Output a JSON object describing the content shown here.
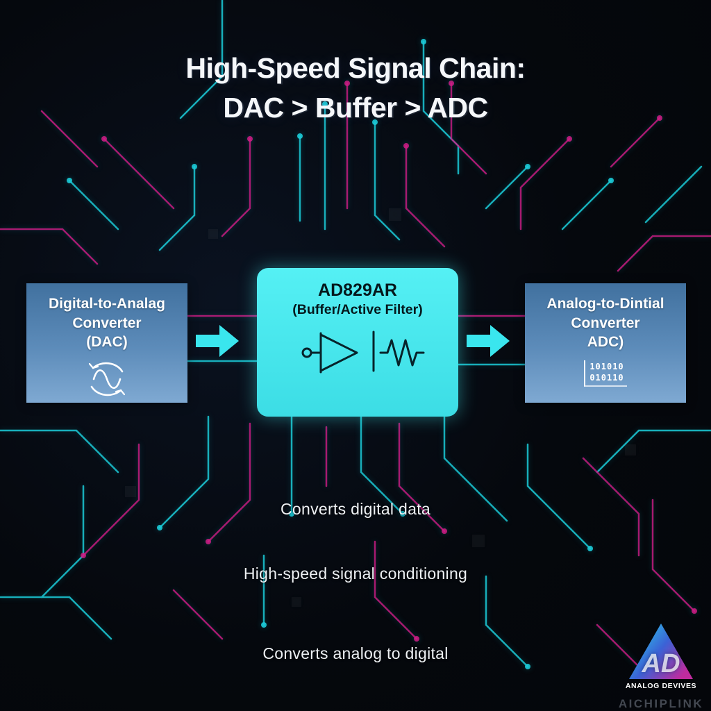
{
  "title": {
    "line1": "High-Speed Signal Chain:",
    "line2": "DAC > Buffer > ADC"
  },
  "dac_block": {
    "line1": "Digital-to-Analag",
    "line2": "Converter",
    "line3": "(DAC)"
  },
  "buffer_block": {
    "line1": "AD829AR",
    "line2": "(Buffer/Active Filter)"
  },
  "adc_block": {
    "line1": "Analog-to-Dintial",
    "line2": "Converter",
    "line3": "ADC)",
    "binary_row1": "101010",
    "binary_row2": "010110"
  },
  "captions": {
    "dac": "Converts digital data",
    "buffer": "High-speed signal conditioning",
    "adc": "Converts analog to digital"
  },
  "branding": {
    "logo_letters": "AD",
    "name": "ANALOG DEVIVES",
    "watermark": "AICHIPLINK"
  },
  "colors": {
    "background": "#05080d",
    "trace_cyan": "#1ccbd8",
    "trace_magenta": "#cf1d86",
    "block_blue": "#5d8cba",
    "buffer_cyan": "#46e9ee",
    "arrow_cyan": "#3ae6ee"
  }
}
